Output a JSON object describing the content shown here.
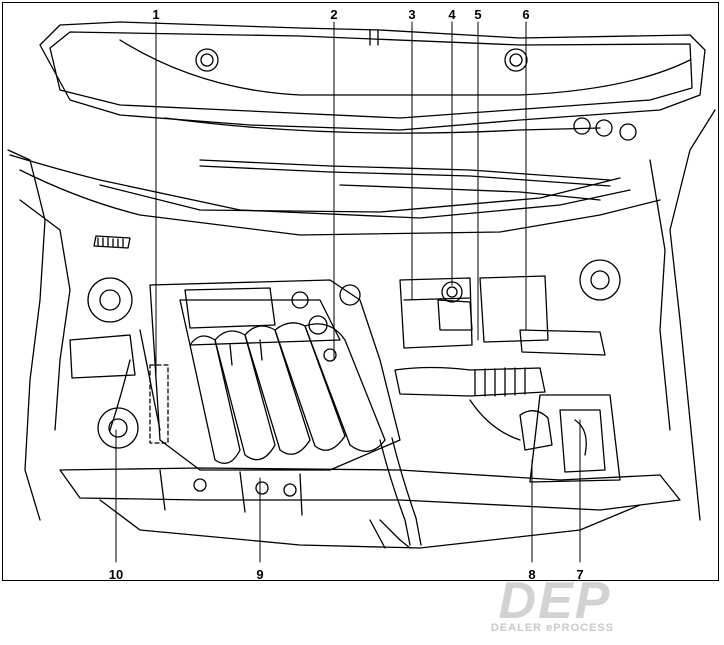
{
  "callouts": {
    "top": [
      "1",
      "2",
      "3",
      "4",
      "5",
      "6"
    ],
    "bottom": [
      "10",
      "9",
      "8",
      "7"
    ]
  },
  "watermark": {
    "logo": "DEP",
    "text": "DEALER ePROCESS",
    "color": "#c9c9c9"
  }
}
